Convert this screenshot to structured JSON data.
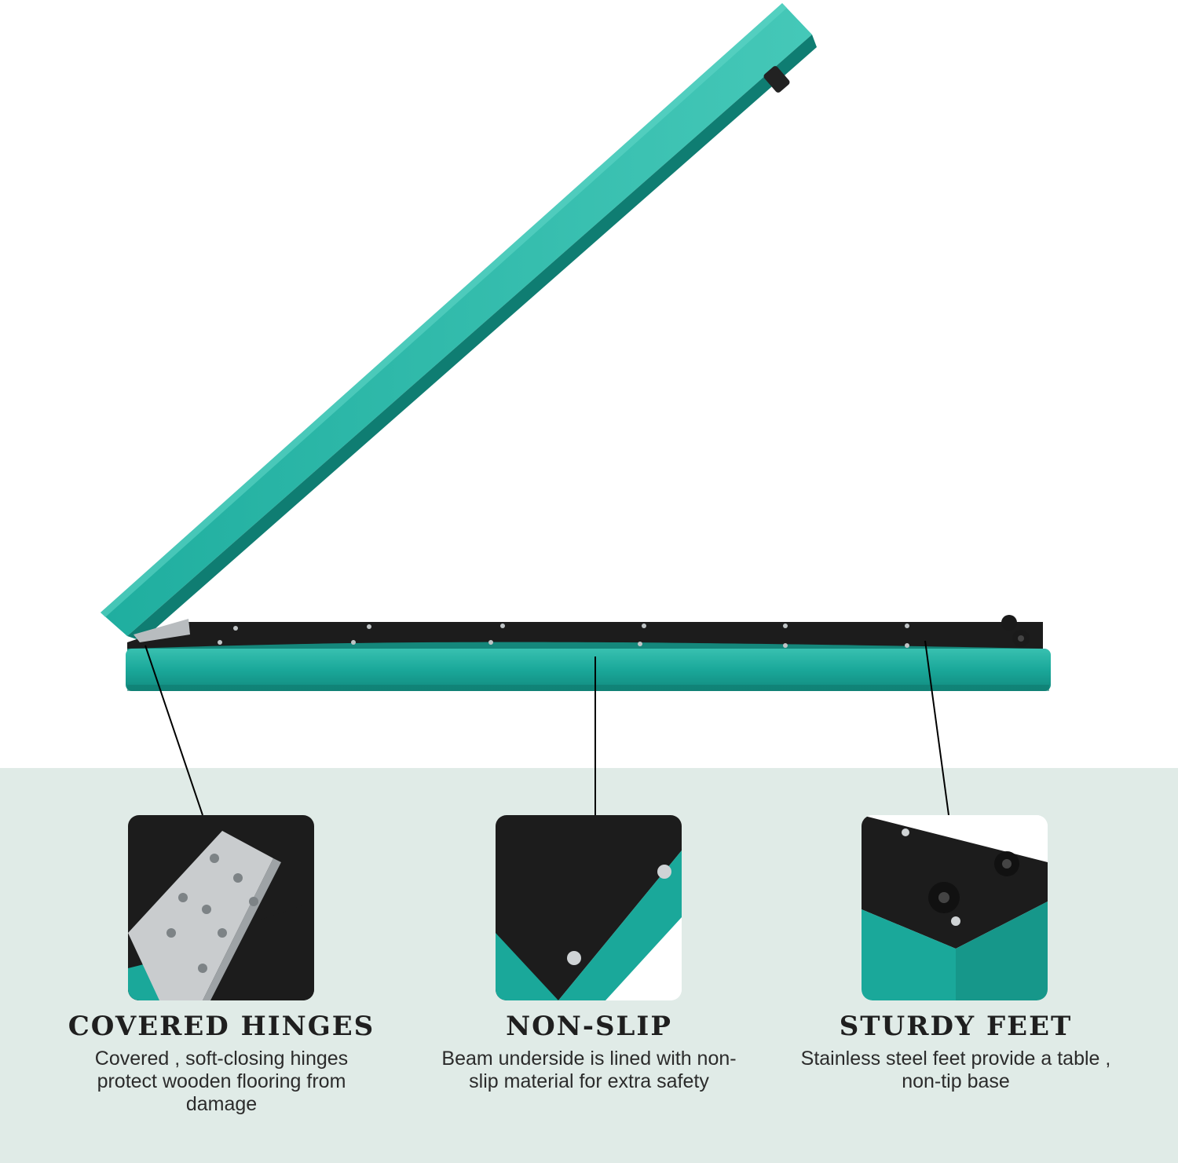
{
  "colors": {
    "beam_teal": "#1aa89a",
    "beam_teal_light": "#3cc2b2",
    "beam_teal_dark": "#118479",
    "non_slip_black": "#1c1c1c",
    "band_background": "#e0ebe7"
  },
  "features": [
    {
      "id": "hinges",
      "title": "COVERED HINGES",
      "description": "Covered , soft-closing hinges protect wooden flooring from damage",
      "image": "hinge-closeup"
    },
    {
      "id": "non-slip",
      "title": "NON-SLIP",
      "description": "Beam underside is lined with non-slip material for extra safety",
      "image": "non-slip-closeup"
    },
    {
      "id": "feet",
      "title": "STURDY FEET",
      "description": "Stainless steel feet provide a table , non-tip base",
      "image": "feet-closeup"
    }
  ]
}
